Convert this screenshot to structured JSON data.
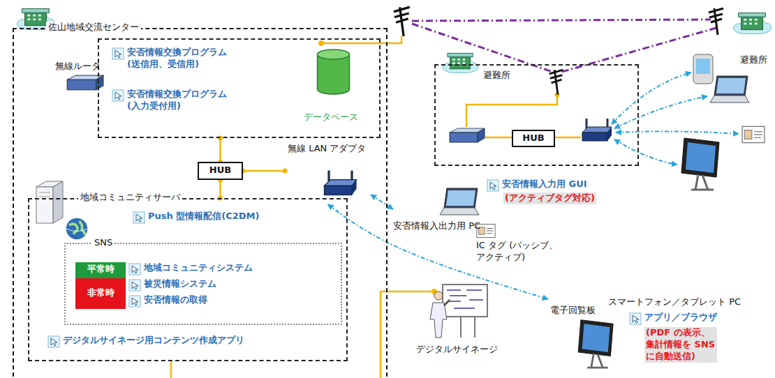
{
  "diagram": {
    "nodes": [
      {
        "text": [
          "佐山地域交流センター"
        ]
      },
      {
        "text": [
          "無線ルータ",
          "安否情報交換プログラム (送信用、受信用)",
          "安否情報交換プログラム (入力受付用)"
        ],
        "in": 0
      },
      {
        "text": [
          "データベース"
        ],
        "in": 1
      },
      {
        "text": [
          "HUB"
        ],
        "in": 0
      },
      {
        "text": [
          "無線 LAN アダプタ"
        ],
        "in": 0
      },
      {
        "text": [
          "地域コミュニティサーバ",
          "Push 型情報配信(C2DM)",
          "デジタルサイネージ用コンテンツ作成アプリ"
        ],
        "in": 0
      },
      {
        "text": [
          "SNS",
          "地域コミュニティシステム",
          "被災情報システム",
          "安否情報の取得"
        ],
        "in": 5
      },
      {
        "text": [
          "平常時"
        ],
        "in": 6
      },
      {
        "text": [
          "非常時"
        ],
        "in": 6
      },
      {
        "text": [
          "避難所"
        ]
      },
      {
        "text": [
          "HUB"
        ],
        "in": 9
      },
      {
        "text": [
          "避難所"
        ]
      },
      {
        "text": [
          "安否情報入力用 GUI",
          "(アクティブタグ対応)",
          "安否情報入出力用 PC"
        ]
      },
      {
        "text": [
          "IC タグ (パッシブ、アクティブ)"
        ]
      },
      {
        "text": [
          "デジタルサイネージ"
        ]
      },
      {
        "text": [
          "電子回覧板",
          "スマートフォン／タブレット PC",
          "アプリ／ブラウザ",
          "(PDF の表示、集計情報を SNS に自動送信)"
        ]
      }
    ],
    "edges": [
      {
        "from": 1,
        "to": 3,
        "arrow": "none"
      },
      {
        "from": 3,
        "to": 5,
        "arrow": "none"
      },
      {
        "from": 3,
        "to": 4,
        "arrow": "none"
      },
      {
        "from": 4,
        "to": 12,
        "arrow": "both"
      },
      {
        "from": 4,
        "to": 15,
        "arrow": "both"
      }
    ]
  }
}
